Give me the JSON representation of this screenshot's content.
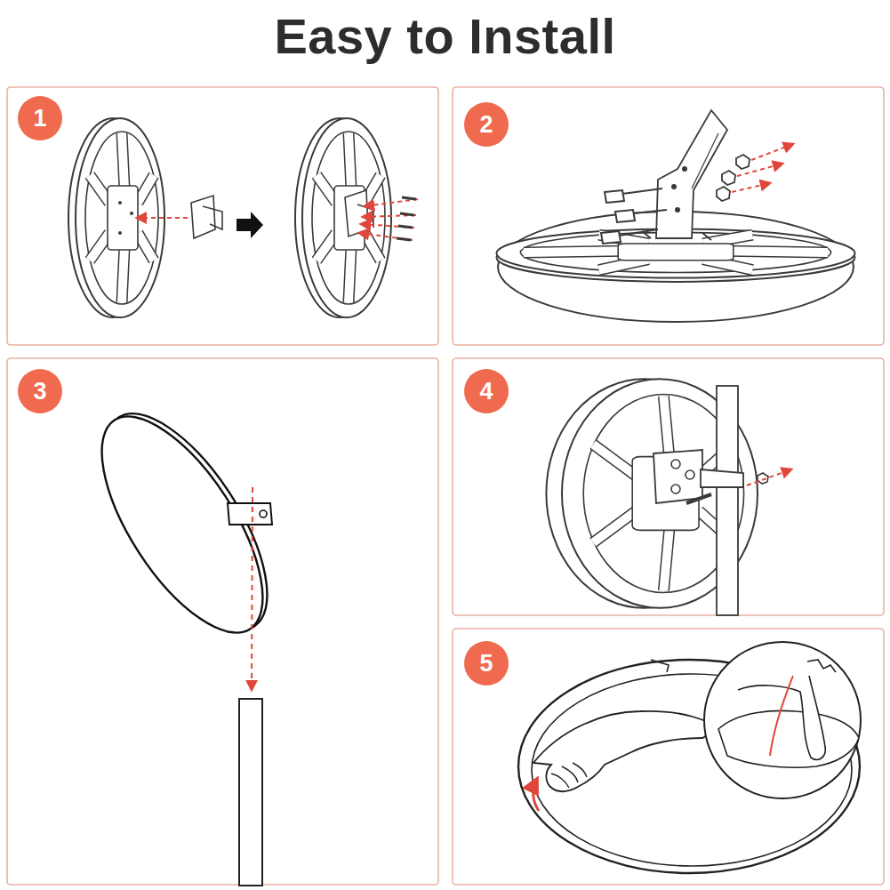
{
  "diagram": {
    "title": "Easy to Install",
    "nodes": [
      {
        "text": [
          "1"
        ]
      },
      {
        "text": [
          "2"
        ]
      },
      {
        "text": [
          "3"
        ]
      },
      {
        "text": [
          "4"
        ]
      },
      {
        "text": [
          "5"
        ]
      }
    ]
  }
}
